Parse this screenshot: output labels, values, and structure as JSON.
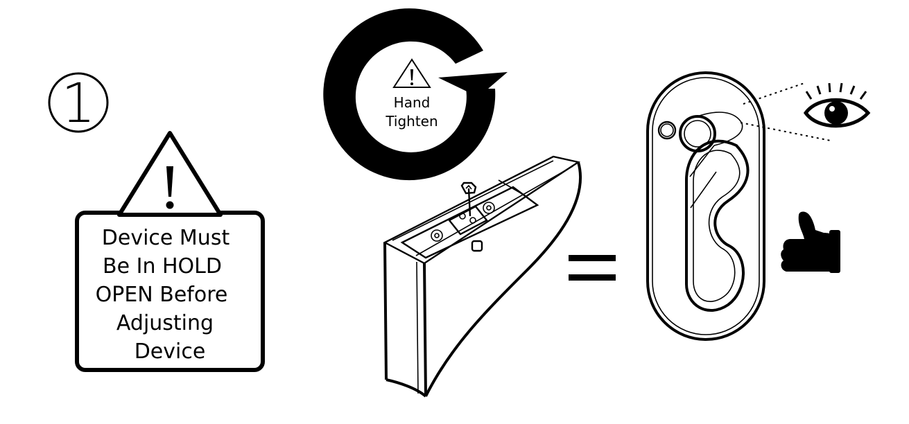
{
  "step": {
    "number": "1"
  },
  "warning": {
    "lines": [
      "Device Must",
      "Be In HOLD",
      "OPEN Before",
      "Adjusting",
      "Device"
    ]
  },
  "hand_tighten": {
    "lines": [
      "Hand",
      "Tighten"
    ]
  },
  "icons": {
    "warning": "warning-triangle-icon",
    "rotate": "clockwise-arrow-icon",
    "equals": "equals-icon",
    "eye": "eye-icon",
    "thumbs_up": "thumbs-up-icon"
  },
  "colors": {
    "ink": "#000000",
    "paper": "#ffffff"
  }
}
